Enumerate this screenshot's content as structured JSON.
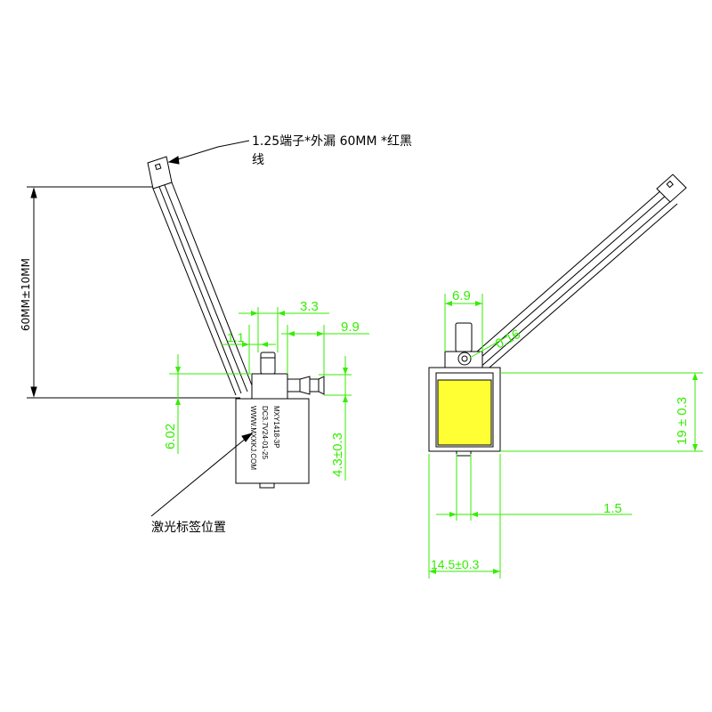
{
  "colors": {
    "dimension": "#33ee00",
    "coil": "#ffff33",
    "outline": "#000000"
  },
  "notes": {
    "wire_line1": "1.25端子*外漏 60MM *红黑",
    "wire_line2": "线",
    "laser_label": "激光标签位置"
  },
  "left_view": {
    "length_dim": "60MM±10MM",
    "dim_3_3": "3.3",
    "dim_9_9": "9.9",
    "dim_1_1": "1.1",
    "dim_6_02": "6.02",
    "dim_4_3": "4.3±0.3",
    "label_lines": [
      "MXY1418-3P",
      "DC3.7V24-01-25",
      "WWW.MXXKJ.COM"
    ]
  },
  "right_view": {
    "dim_6_9": "6.9",
    "dim_0_16": "0.16",
    "dim_19": "19 ± 0.3",
    "dim_1_5": "1.5",
    "dim_14_5": "14.5±0.3"
  }
}
